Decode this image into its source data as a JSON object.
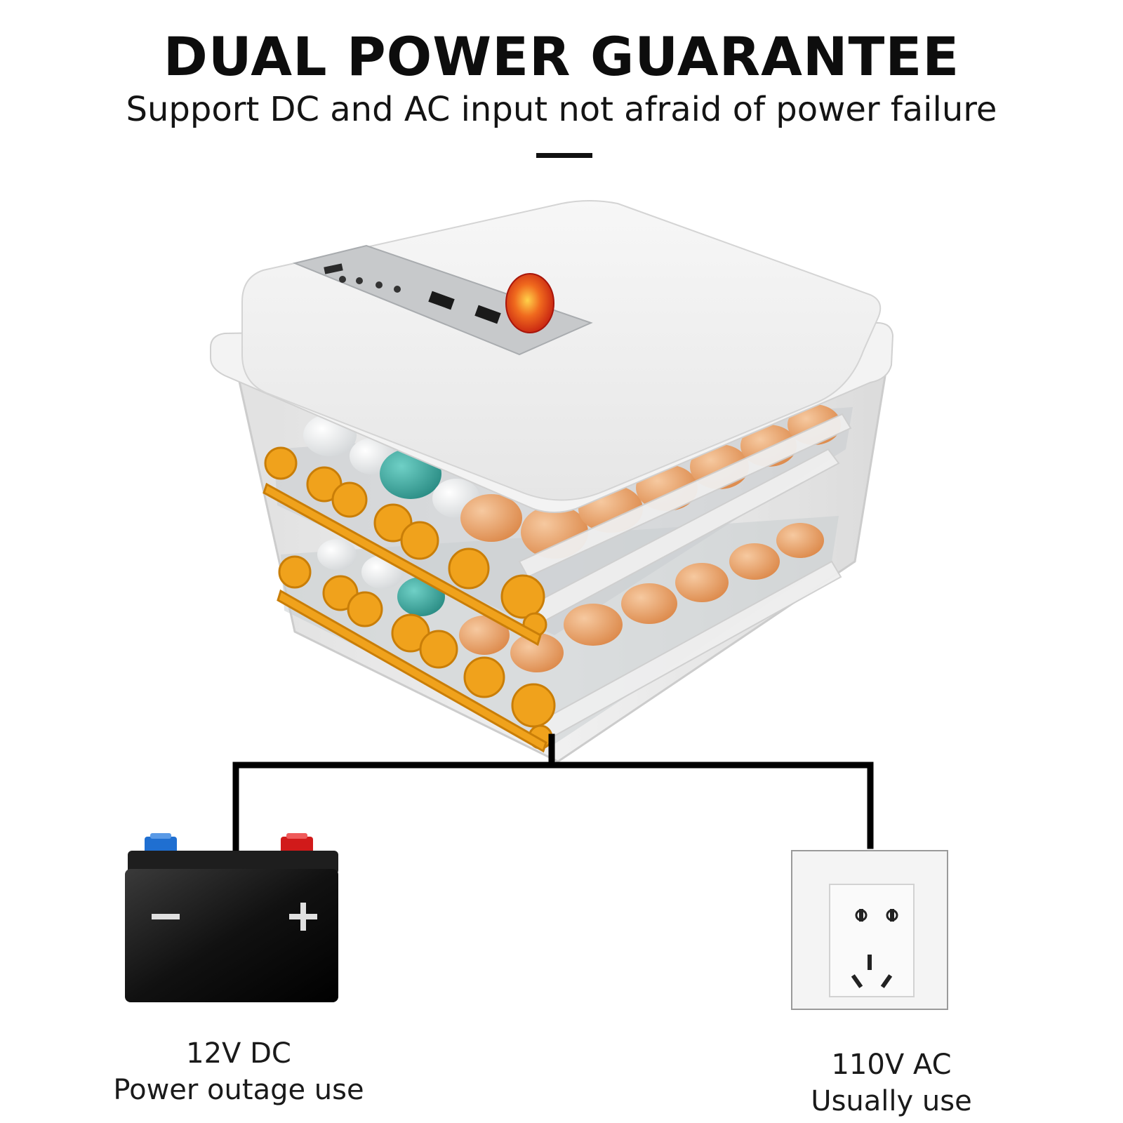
{
  "headline": "DUAL POWER GUARANTEE",
  "subheadline": "Support DC and AC input not afraid of power failure",
  "dc_source": {
    "title": "12V DC",
    "note": "Power outage use",
    "icon": "car-battery-icon",
    "terminal_colors": {
      "negative": "#1f6fd1",
      "positive": "#d11a1a"
    }
  },
  "ac_source": {
    "title": "110V AC",
    "note": "Usually use",
    "icon": "wall-socket-icon"
  },
  "product": {
    "icon": "egg-incubator-icon"
  },
  "colors": {
    "gear": "#f0a21c",
    "egg_brown": "#e49a5c",
    "egg_teal": "#3aa69d",
    "candle_egg": "#e2381e",
    "wire": "#000000"
  }
}
